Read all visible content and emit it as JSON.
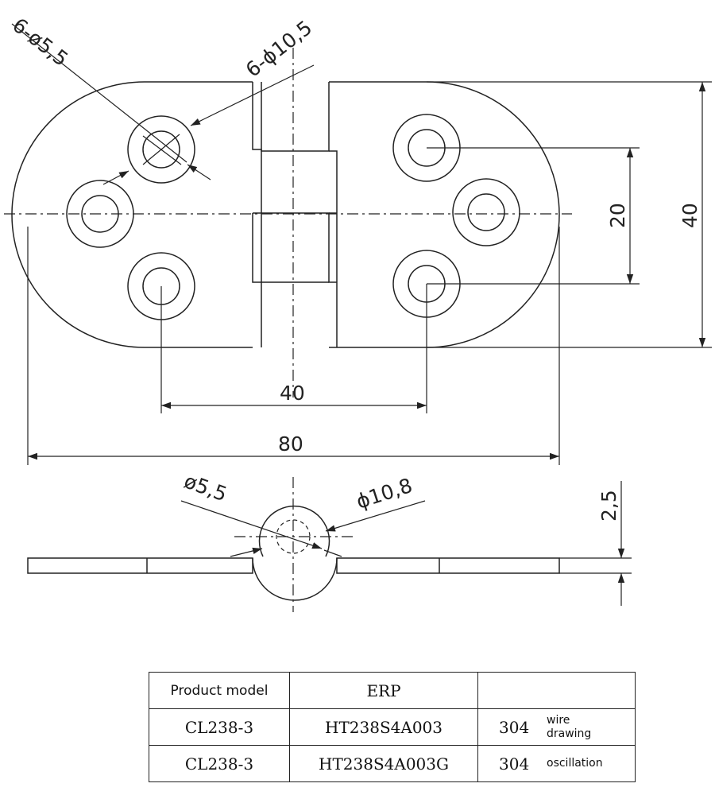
{
  "top_view": {
    "hole_small_label": "6-ø5,5",
    "hole_large_label": "6-ϕ10,5",
    "dim_hole_spacing_vertical": "20",
    "dim_height": "40",
    "dim_hole_spacing_horizontal": "40",
    "dim_length": "80"
  },
  "side_view": {
    "pin_small_label": "ø5,5",
    "pin_large_label": "ϕ10,8",
    "dim_thickness": "2,5"
  },
  "table": {
    "headers": [
      "Product model",
      "ERP",
      ""
    ],
    "rows": [
      {
        "model": "CL238-3",
        "erp": "HT238S4A003",
        "material": "304",
        "finish": "wire drawing"
      },
      {
        "model": "CL238-3",
        "erp": "HT238S4A003G",
        "material": "304",
        "finish": "oscillation"
      }
    ]
  }
}
